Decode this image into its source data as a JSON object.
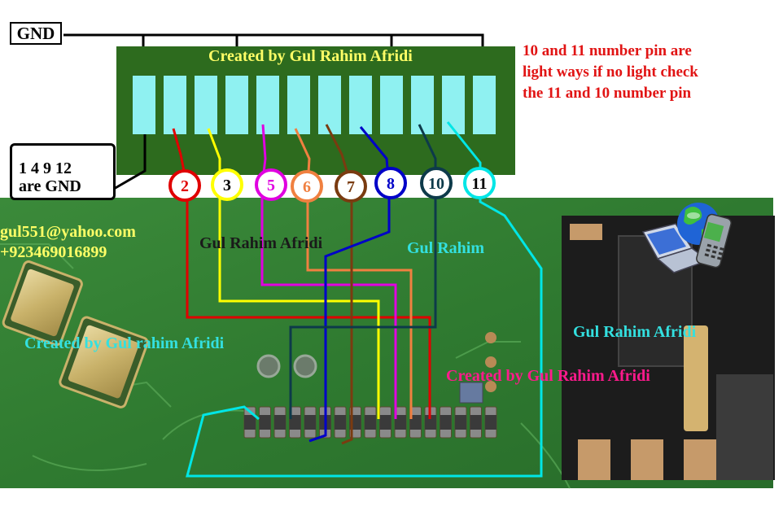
{
  "gnd_label": "GND",
  "gnd_pins_line1": "1 4 9 12",
  "gnd_pins_line2": "are GND",
  "connector_title": "Created by Gul Rahim Afridi",
  "note_lines": [
    "10 and 11 number pin are",
    "light ways if no light check",
    "the 11 and 10 number pin"
  ],
  "pins": [
    {
      "label": "2",
      "color": "#e00000"
    },
    {
      "label": "3",
      "color": "#ffff00"
    },
    {
      "label": "5",
      "color": "#e000e0"
    },
    {
      "label": "6",
      "color": "#f08040"
    },
    {
      "label": "7",
      "color": "#7a3b10"
    },
    {
      "label": "8",
      "color": "#0000c8"
    },
    {
      "label": "10",
      "color": "#0d3a4a"
    },
    {
      "label": "11",
      "color": "#00e6e6"
    }
  ],
  "email": "gul551@yahoo.com",
  "phone": "+923469016899",
  "watermarks": {
    "center": "Gul Rahim Afridi",
    "right_center": "Gul Rahim",
    "left": "Created by Gul rahim Afridi",
    "right": "Gul Rahim Afridi",
    "bottom": "Created by Gul Rahim Afridi"
  },
  "colors": {
    "board": "#2f7a30",
    "connector_body": "#2d6b1e",
    "connector_pins": "#8ff1f1",
    "title_yellow": "#ffff66",
    "note_red": "#e11414",
    "watermark_cyan": "#33e0e0",
    "watermark_pink": "#ff1a8c"
  },
  "icons": [
    "laptop-icon",
    "globe-icon",
    "mobile-phone-icon"
  ]
}
